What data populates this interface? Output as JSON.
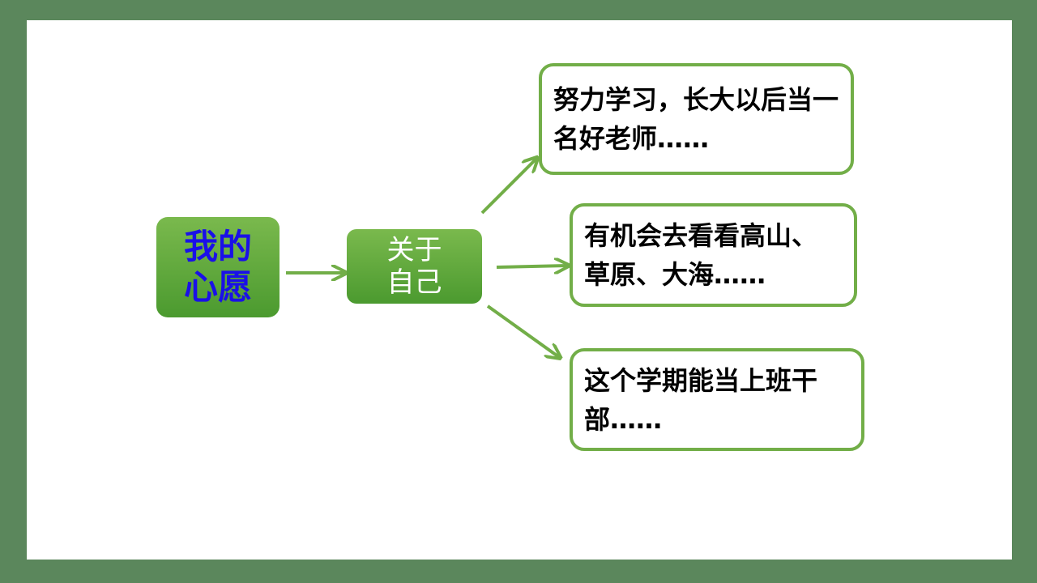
{
  "diagram": {
    "root": {
      "label": "我的心愿"
    },
    "topic": {
      "label": "关于自己"
    },
    "wishes": [
      {
        "label": "努力学习，长大以后当一名好老师……"
      },
      {
        "label": "有机会去看看高山、草原、大海……"
      },
      {
        "label": "这个学期能当上班干部……"
      }
    ]
  },
  "colors": {
    "frame": "#5b875c",
    "node_fill": "#5fa83b",
    "root_text": "#1a10e8",
    "arrow": "#72ae48",
    "leaf_border": "#72ae48"
  }
}
